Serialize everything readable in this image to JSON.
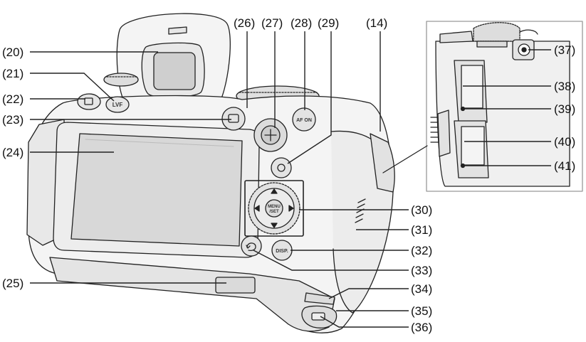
{
  "callouts": {
    "c20": "(20)",
    "c21": "(21)",
    "c22": "(22)",
    "c23": "(23)",
    "c24": "(24)",
    "c25": "(25)",
    "c26": "(26)",
    "c27": "(27)",
    "c28": "(28)",
    "c29": "(29)",
    "c14": "(14)",
    "c37": "(37)",
    "c38": "(38)",
    "c39": "(39)",
    "c40": "(40)",
    "c41": "(41)",
    "c30": "(30)",
    "c31": "(31)",
    "c32": "(32)",
    "c33": "(33)",
    "c34": "(34)",
    "c35": "(35)",
    "c36": "(36)"
  },
  "camera_labels": {
    "lvf": "LVF",
    "af_on": "AF ON",
    "menu": "MENU",
    "set": "/SET",
    "disp": "DISP."
  },
  "colors": {
    "line": "#222222",
    "body_fill": "#f4f4f4",
    "panel_fill": "#ebebeb",
    "box_border": "#999999"
  }
}
